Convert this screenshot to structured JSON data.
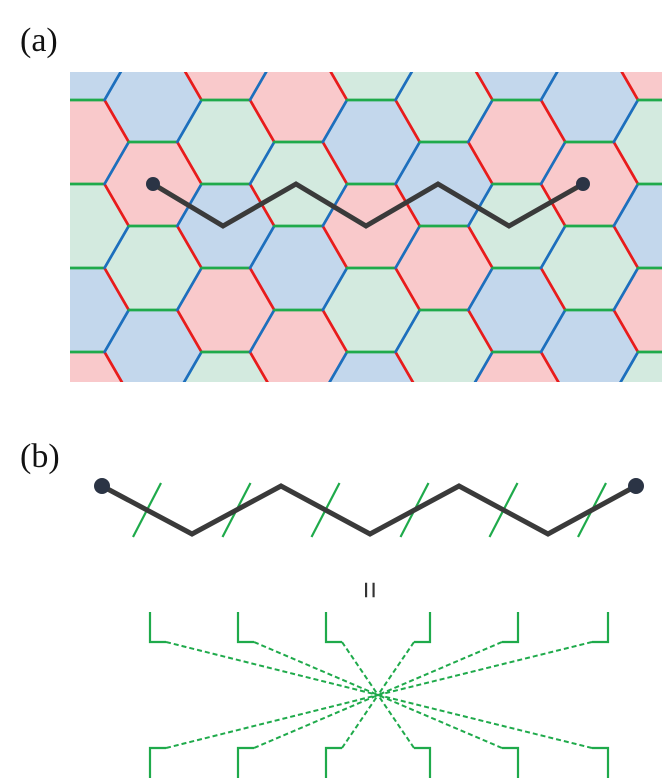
{
  "figure": {
    "panel_a_label": "(a)",
    "panel_b_label": "(b)",
    "equals_symbol": "="
  },
  "colors": {
    "hex_fill_red": "#f9c9cb",
    "hex_fill_blue": "#c3d7ec",
    "hex_fill_green": "#d3eadf",
    "edge_red": "#e81c1c",
    "edge_green": "#1faa4b",
    "edge_blue": "#1d6fbd",
    "path_line": "#3a3a3a",
    "endpoint": "#2b3445"
  },
  "icons": {
    "endpoint": "filled-circle",
    "cut": "green-tick-mark",
    "bracket": "green-bracket"
  }
}
